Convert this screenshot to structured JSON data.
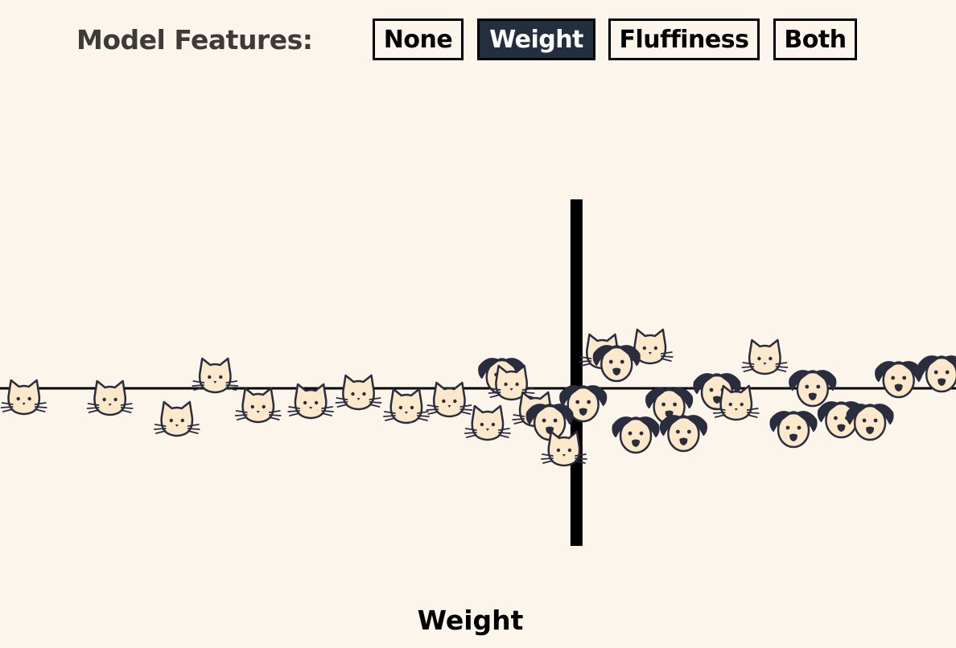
{
  "colors": {
    "background": "#fcf5eb",
    "ink": "#2a2d3e",
    "face_fill": "#fce9cb",
    "button_active_bg": "#232f3e",
    "button_active_text": "#ffffff",
    "button_inactive_bg": "#fcf5eb",
    "button_inactive_text": "#000000"
  },
  "toolbar": {
    "label": "Model Features:",
    "buttons": [
      {
        "id": "none",
        "label": "None",
        "active": false
      },
      {
        "id": "weight",
        "label": "Weight",
        "active": true
      },
      {
        "id": "fluffiness",
        "label": "Fluffiness",
        "active": false
      },
      {
        "id": "both",
        "label": "Both",
        "active": false
      }
    ]
  },
  "chart_data": {
    "type": "scatter",
    "xlabel": "Weight",
    "ylabel": "",
    "xlim": [
      0,
      100
    ],
    "decision_threshold": 60.3,
    "series": [
      {
        "icon": "cat-icon",
        "points": [
          2.5,
          11.5,
          18.5,
          22.5,
          27,
          32.5,
          37.5,
          42.5,
          47,
          51,
          53.5,
          56,
          59,
          63,
          68,
          77,
          80
        ]
      },
      {
        "icon": "dog-icon",
        "points": [
          52.5,
          57.5,
          61,
          64.5,
          66.5,
          70,
          71.5,
          75,
          83,
          85,
          88,
          91,
          94,
          98.5
        ]
      }
    ]
  }
}
